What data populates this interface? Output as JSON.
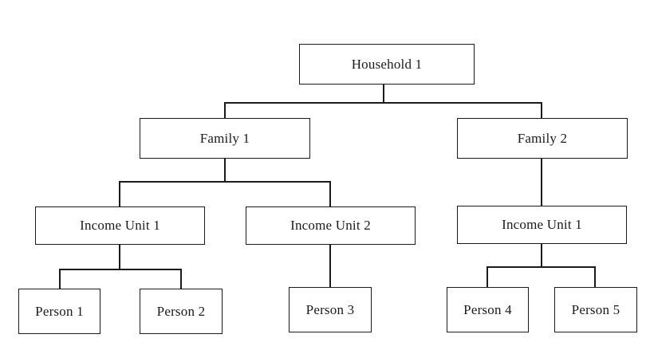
{
  "diagram_type": "hierarchy-tree",
  "colors": {
    "line": "#1b1b1b",
    "text": "#1b1b1b",
    "background": "#ffffff"
  },
  "nodes": {
    "household1": {
      "label": "Household 1",
      "level": "household"
    },
    "family1": {
      "label": "Family 1",
      "level": "family"
    },
    "family2": {
      "label": "Family 2",
      "level": "family"
    },
    "income_unit1_family1": {
      "label": "Income Unit 1",
      "level": "income-unit"
    },
    "income_unit2_family1": {
      "label": "Income Unit 2",
      "level": "income-unit"
    },
    "income_unit1_family2": {
      "label": "Income Unit 1",
      "level": "income-unit"
    },
    "person1": {
      "label": "Person 1",
      "level": "person"
    },
    "person2": {
      "label": "Person 2",
      "level": "person"
    },
    "person3": {
      "label": "Person 3",
      "level": "person"
    },
    "person4": {
      "label": "Person 4",
      "level": "person"
    },
    "person5": {
      "label": "Person 5",
      "level": "person"
    }
  },
  "hierarchy": {
    "Household 1": {
      "Family 1": {
        "Income Unit 1": [
          "Person 1",
          "Person 2"
        ],
        "Income Unit 2": [
          "Person 3"
        ]
      },
      "Family 2": {
        "Income Unit 1": [
          "Person 4",
          "Person 5"
        ]
      }
    }
  }
}
